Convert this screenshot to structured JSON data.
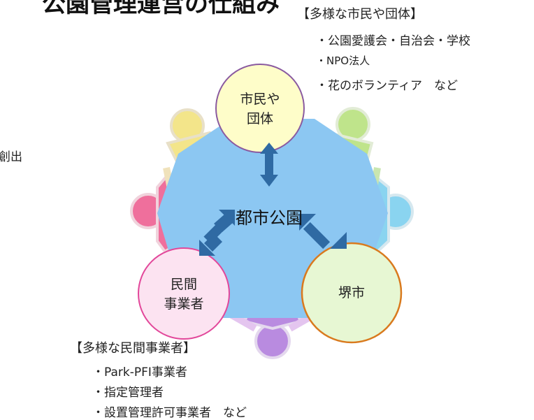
{
  "page_title": "公園管理運営の仕組み",
  "left_fragment": "創出",
  "center": {
    "label": "都市公園"
  },
  "nodes": {
    "citizens": {
      "line1": "市民や",
      "line2": "団体",
      "color": "#fefdc9",
      "border": "#8a5aa0"
    },
    "private": {
      "line1": "民間",
      "line2": "事業者",
      "color": "#fce3f1",
      "border": "#e2479a"
    },
    "sakai": {
      "label": "堺市",
      "color": "#e7f7d3",
      "border": "#d97a1e"
    }
  },
  "citizens_list": {
    "heading": "【多様な市民や団体】",
    "items": [
      "・公園愛護会・自治会・学校",
      "・NPO法人",
      "・花のボランティア　など"
    ]
  },
  "private_list": {
    "heading": "【多様な民間事業者】",
    "items": [
      "・Park-PFI事業者",
      "・指定管理者",
      "・設置管理許可事業者　など"
    ]
  },
  "colors": {
    "center_fill": "#8cc7f2",
    "arrow": "#2f6aa3",
    "figures": [
      "#f3e58a",
      "#bfe48b",
      "#8ad4f0",
      "#b98be0",
      "#ef6f9c",
      "#ef89b8"
    ]
  }
}
